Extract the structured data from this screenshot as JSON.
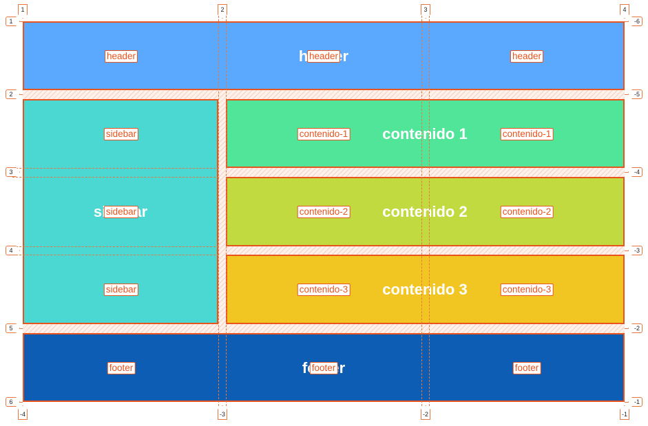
{
  "colors": {
    "header": "#5aa9ff",
    "sidebar": "#4bd8d2",
    "contenido_1": "#50e598",
    "contenido_2": "#c0da40",
    "contenido_3": "#f1c622",
    "footer": "#0d5db5",
    "grid_line": "#e8541e"
  },
  "areas": {
    "header": {
      "big_text": "header",
      "label": "header"
    },
    "sidebar": {
      "big_text": "sidebar",
      "label": "sidebar"
    },
    "c1": {
      "big_text": "contenido 1",
      "label": "contenido-1"
    },
    "c2": {
      "big_text": "contenido 2",
      "label": "contenido-2"
    },
    "c3": {
      "big_text": "contenido 3",
      "label": "contenido-3"
    },
    "footer": {
      "big_text": "footer",
      "label": "footer"
    }
  },
  "line_numbers": {
    "top": [
      "1",
      "2",
      "3",
      "4"
    ],
    "bottom": [
      "-4",
      "-3",
      "-2",
      "-1"
    ],
    "left": [
      "1",
      "2",
      "3",
      "4",
      "5",
      "6"
    ],
    "right": [
      "-6",
      "-5",
      "-4",
      "-3",
      "-2",
      "-1"
    ]
  }
}
